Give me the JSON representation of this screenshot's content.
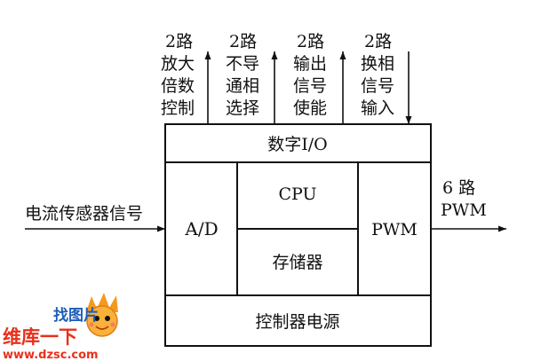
{
  "top_signals": [
    {
      "lines": [
        "2路",
        "放大",
        "倍数",
        "控制"
      ],
      "direction": "out"
    },
    {
      "lines": [
        "2路",
        "不导",
        "通相",
        "选择"
      ],
      "direction": "out"
    },
    {
      "lines": [
        "2路",
        "输出",
        "信号",
        "使能"
      ],
      "direction": "out"
    },
    {
      "lines": [
        "2路",
        "换相",
        "信号",
        "输入"
      ],
      "direction": "in"
    }
  ],
  "blocks": {
    "digital_io": "数字I/O",
    "ad": "A/D",
    "cpu": "CPU",
    "memory": "存储器",
    "pwm": "PWM",
    "power": "控制器电源"
  },
  "left_input": "电流传感器信号",
  "right_output": [
    "6 路",
    "PWM"
  ],
  "watermark": {
    "title": "维库一下",
    "url": "www.dzsc.com",
    "badge": "找图片"
  },
  "colors": {
    "line": "#111111",
    "watermark_red": "#e8301c",
    "watermark_orange": "#f39a1e",
    "watermark_blue": "#1d5fb8"
  }
}
